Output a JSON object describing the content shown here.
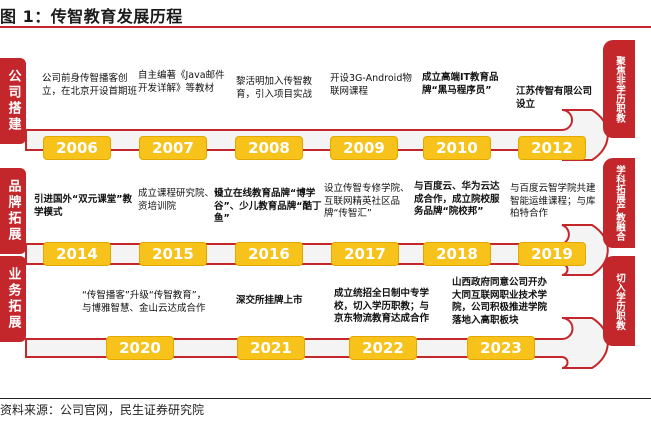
{
  "title": "图 1：传智教育发展历程",
  "source": "资料来源：公司官网，民生证券研究院",
  "rows": [
    {
      "left_label": "公司搭建",
      "right_label": "聚焦非学历职教",
      "years": [
        "2006",
        "2007",
        "2008",
        "2009",
        "2010",
        "2012"
      ],
      "events": [
        "公司前身传智播客创立，在北京开设首期班",
        "自主编著《Java邮件开发详解》等教材",
        "黎活明加入传智教育，引入项目实战",
        "开设3G-Android物联网课程",
        "成立高端IT教育品牌“黑马程序员”",
        "江苏传智有限公司设立"
      ]
    },
    {
      "left_label": "品牌拓展",
      "right_label": "学科拓展产教融合",
      "years": [
        "2014",
        "2015",
        "2016",
        "2017",
        "2018",
        "2019"
      ],
      "events": [
        "引进国外“双元课堂”教学模式",
        "成立课程研究院、师资培训院",
        "设立在线教育品牌“博学谷”、少儿教育品牌“酷丁鱼”",
        "设立传智专修学院、互联网精英社区品牌“传智汇”",
        "与百度云、华为云达成合作，成立院校服务品牌“院校邦”",
        "与百度云智学院共建智能运维课程；与库柏特合作"
      ]
    },
    {
      "left_label": "业务拓展",
      "right_label": "切入学历职教",
      "years": [
        "2020",
        "2021",
        "2022",
        "2023"
      ],
      "events": [
        "“传智播客”升级“传智教育”，与博雅智慧、金山云达成合作",
        "深交所挂牌上市",
        "成立统招全日制中专学校，切入学历职教；与京东物流教育达成合作",
        "山西政府同意公司开办大同互联网职业技术学院，公司积极推进学院落地入高职板块"
      ]
    }
  ]
}
